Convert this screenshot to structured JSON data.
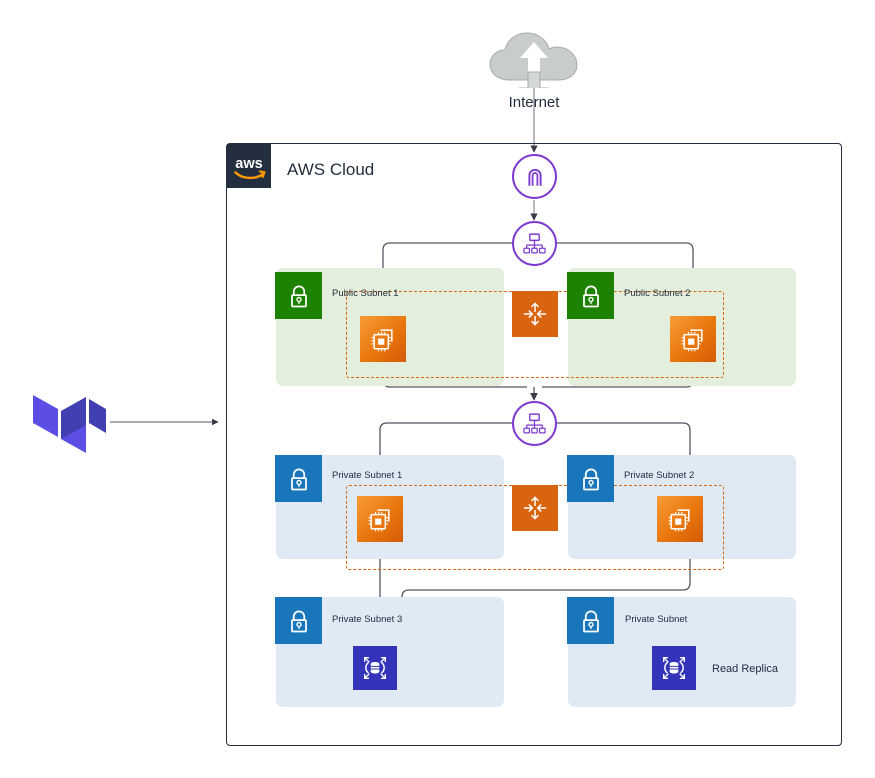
{
  "diagram": {
    "title": "AWS Cloud",
    "internet": {
      "label": "Internet",
      "icon": "cloud-upload-download-icon"
    },
    "aws_logo": {
      "wordmark": "aws",
      "icon": "aws-logo-icon"
    },
    "gateways": {
      "internet_gateway": {
        "icon": "internet-gateway-icon",
        "color": "#7e3bd0"
      },
      "load_balancer_public": {
        "icon": "load-balancer-icon",
        "color": "#7e3bd0"
      },
      "load_balancer_private": {
        "icon": "load-balancer-icon",
        "color": "#7e3bd0"
      }
    },
    "external": {
      "terraform": {
        "icon": "terraform-logo-icon",
        "color": "#5c4ee5"
      }
    },
    "tiers": [
      {
        "name": "public-tier",
        "subnets": [
          {
            "label": "Public Subnet 1",
            "lock_icon": "security-group-lock-icon",
            "lock_color": "#1d8102",
            "box_color": "#e3efdc",
            "resource_icon": "ec2-instance-icon"
          },
          {
            "label": "Public Subnet 2",
            "lock_icon": "security-group-lock-icon",
            "lock_color": "#1d8102",
            "box_color": "#e3efdc",
            "resource_icon": "ec2-instance-icon"
          }
        ],
        "autoscaling": {
          "icon": "auto-scaling-group-icon",
          "color": "#d9640f"
        }
      },
      {
        "name": "private-app-tier",
        "subnets": [
          {
            "label": "Private Subnet 1",
            "lock_icon": "security-group-lock-icon",
            "lock_color": "#1a76bb",
            "box_color": "#dfeaf4",
            "resource_icon": "ec2-instance-icon"
          },
          {
            "label": "Private Subnet 2",
            "lock_icon": "security-group-lock-icon",
            "lock_color": "#1a76bb",
            "box_color": "#dfeaf4",
            "resource_icon": "ec2-instance-icon"
          }
        ],
        "autoscaling": {
          "icon": "auto-scaling-group-icon",
          "color": "#d9640f"
        }
      },
      {
        "name": "private-data-tier",
        "subnets": [
          {
            "label": "Private Subnet 3",
            "lock_icon": "security-group-lock-icon",
            "lock_color": "#1a76bb",
            "box_color": "#dfeaf4",
            "resource_icon": "rds-database-icon",
            "resource_label": ""
          },
          {
            "label": "Private Subnet",
            "lock_icon": "security-group-lock-icon",
            "lock_color": "#1a76bb",
            "box_color": "#dfeaf4",
            "resource_icon": "rds-database-icon",
            "resource_label": "Read Replica"
          }
        ]
      }
    ],
    "colors": {
      "aws_navy": "#232f3e",
      "purple": "#7e3bd0",
      "orange": "#d9640f",
      "orange_dashed": "#d86613",
      "green_tile": "#1d8102",
      "green_box": "#e3efdc",
      "blue_tile": "#1a76bb",
      "blue_box": "#dfeaf4",
      "db_indigo": "#3334b9",
      "terraform_purple": "#5c4ee5",
      "connector_gray": "#545454",
      "cloud_gray": "#cccccc"
    }
  }
}
